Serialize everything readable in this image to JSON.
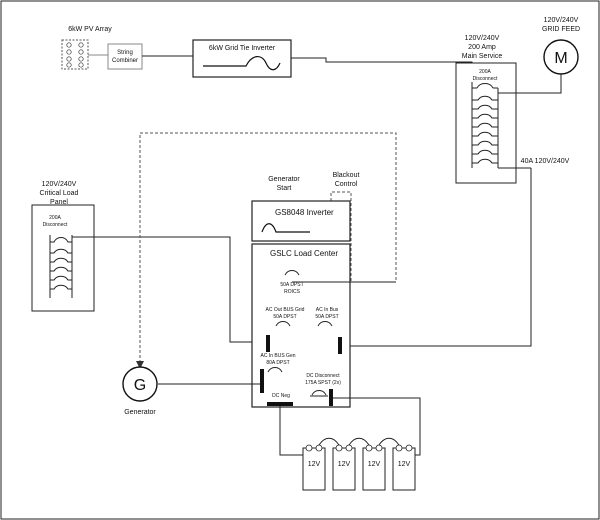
{
  "labels": {
    "pv_array": "6kW PV Array",
    "string_combiner_1": "String",
    "string_combiner_2": "Combiner",
    "grid_tie_inverter": "6kW Grid Tie Inverter",
    "main_service_1": "120V/240V",
    "main_service_2": "200 Amp",
    "main_service_3": "Main Service",
    "main_disconnect_1": "200A",
    "main_disconnect_2": "Disconnect",
    "grid_feed_1": "120V/240V",
    "grid_feed_2": "GRID FEED",
    "meter_symbol": "M",
    "feed_40a": "40A 120V/240V",
    "critical_panel_1": "120V/240V",
    "critical_panel_2": "Critical Load",
    "critical_panel_3": "Panel",
    "critical_disconnect_1": "200A",
    "critical_disconnect_2": "Disconnect",
    "generator_start_1": "Generator",
    "generator_start_2": "Start",
    "blackout_control_1": "Blackout",
    "blackout_control_2": "Control",
    "inverter": "GS8048 Inverter",
    "load_center": "GSLC Load Center",
    "dpst_50a_1": "50A DPST",
    "dpst_50a_2": "ROICS",
    "ac_out_1": "AC Out BUS Grid",
    "ac_out_2": "50A DPST",
    "ac_in_bus_1": "AC In Bus",
    "ac_in_bus_2": "50A DPST",
    "ac_in_gen_1": "AC In BUS Gen",
    "ac_in_gen_2": "80A DPST",
    "dc_disconnect_1": "DC Disconnect",
    "dc_disconnect_2": "175A SPST (2x)",
    "dc_neg": "DC Neg",
    "generator_symbol": "G",
    "generator": "Generator",
    "battery_1": "12V",
    "battery_2": "12V",
    "battery_3": "12V",
    "battery_4": "12V"
  }
}
